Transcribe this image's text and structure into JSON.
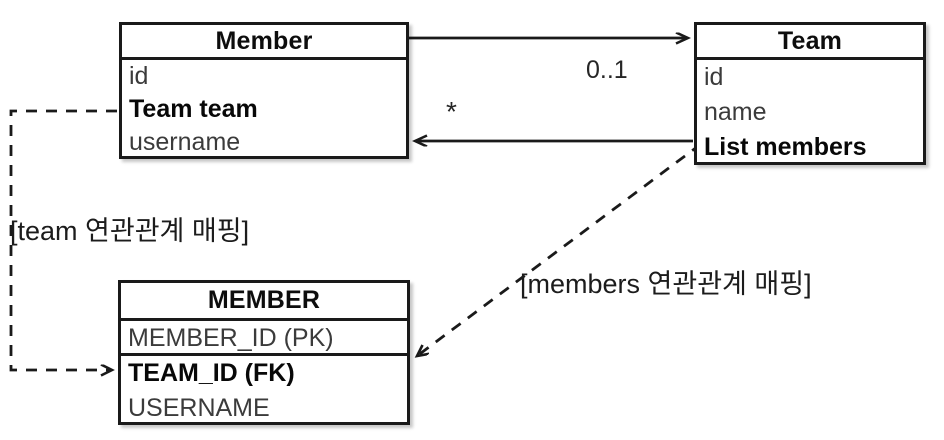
{
  "diagram": {
    "title": "JPA association mapping diagram",
    "background": "#ffffff",
    "line_color": "#1a1a1a"
  },
  "boxes": {
    "member_class": {
      "name": "Member",
      "attributes": [
        {
          "label": "id",
          "bold": false
        },
        {
          "label": "Team team",
          "bold": true
        },
        {
          "label": "username",
          "bold": false
        }
      ]
    },
    "team_class": {
      "name": "Team",
      "attributes": [
        {
          "label": "id",
          "bold": false
        },
        {
          "label": "name",
          "bold": false
        },
        {
          "label": "List members",
          "bold": true
        }
      ]
    },
    "member_table": {
      "name": "MEMBER",
      "attributes": [
        {
          "label": "MEMBER_ID (PK)",
          "bold": false
        },
        {
          "label": "TEAM_ID (FK)",
          "bold": true
        },
        {
          "label": "USERNAME",
          "bold": false
        }
      ]
    }
  },
  "connectors": {
    "member_to_team_multiplicity": "0..1",
    "team_to_member_multiplicity": "*"
  },
  "annotations": {
    "team_mapping": "[team 연관관계 매핑]",
    "members_mapping": "[members 연관관계 매핑]"
  }
}
